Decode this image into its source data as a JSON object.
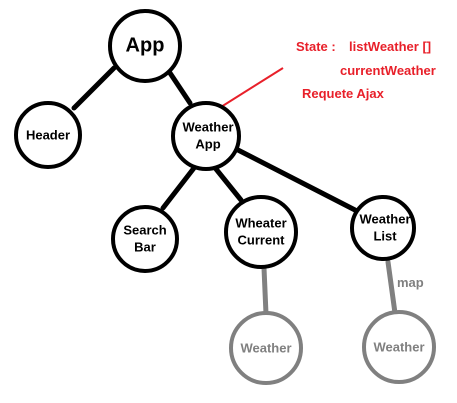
{
  "colors": {
    "primary": "#000000",
    "muted": "#808080",
    "annotation": "#e8202a",
    "background": "#ffffff"
  },
  "nodes": {
    "app": {
      "label": "App"
    },
    "header": {
      "label": "Header"
    },
    "weather_app": {
      "line1": "Weather",
      "line2": "App"
    },
    "search_bar": {
      "line1": "Search",
      "line2": "Bar"
    },
    "wheater_current": {
      "line1": "Wheater",
      "line2": "Current"
    },
    "weather_list": {
      "line1": "Weather",
      "line2": "List"
    },
    "weather_left": {
      "label": "Weather"
    },
    "weather_right": {
      "label": "Weather"
    }
  },
  "edge_labels": {
    "map": "map"
  },
  "annotation": {
    "state_label": "State :",
    "state_item_1": "listWeather []",
    "state_item_2": "currentWeather",
    "request": "Requete Ajax"
  }
}
